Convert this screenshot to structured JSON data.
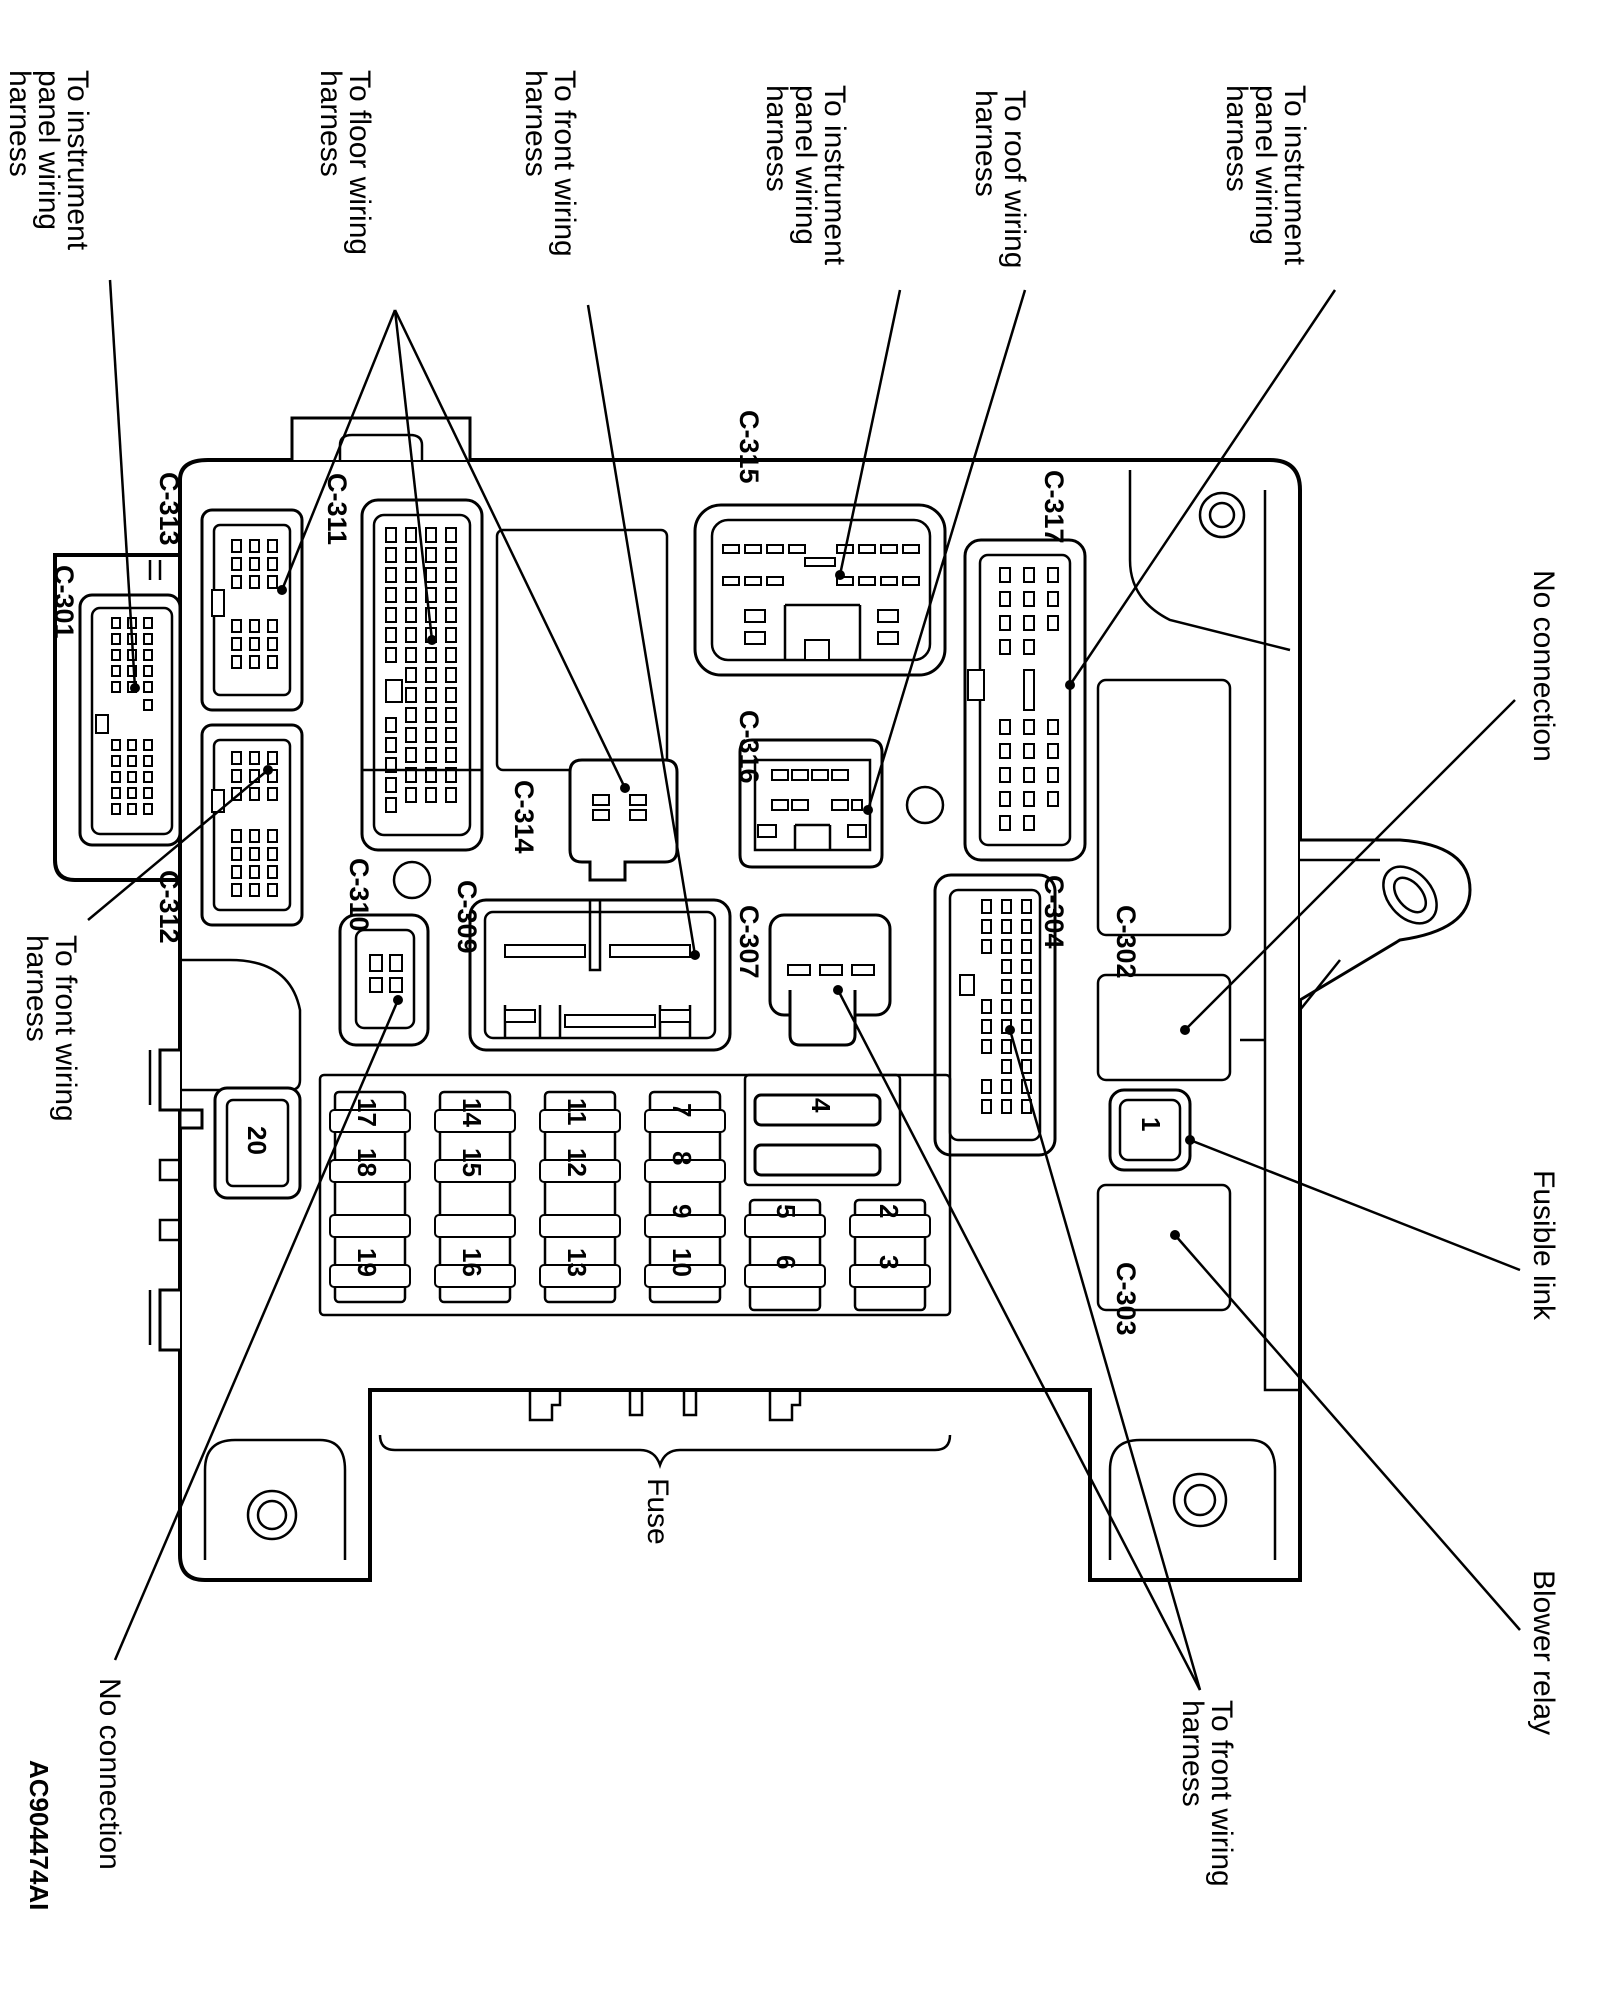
{
  "callouts": {
    "ip_top_left": "To instrument panel wiring harness",
    "floor": "To floor wiring harness",
    "front_top": "To front wiring harness",
    "ip_mid": "To instrument panel wiring harness",
    "roof": "To roof wiring harness",
    "ip_top_right": "To instrument panel wiring harness",
    "no_conn_right": "No connection",
    "fusible_link": "Fusible link",
    "blower_relay": "Blower relay",
    "front_bottom_right": "To front wiring harness",
    "no_conn_bottom": "No connection",
    "front_left": "To front wiring harness",
    "fuse": "Fuse"
  },
  "connectors": {
    "c301": "C-301",
    "c302": "C-302",
    "c303": "C-303",
    "c304": "C-304",
    "c307": "C-307",
    "c309": "C-309",
    "c310": "C-310",
    "c311": "C-311",
    "c312": "C-312",
    "c313": "C-313",
    "c314": "C-314",
    "c315": "C-315",
    "c316": "C-316",
    "c317": "C-317"
  },
  "fuses": {
    "f1": "1",
    "f2": "2",
    "f3": "3",
    "f4": "4",
    "f5": "5",
    "f6": "6",
    "f7": "7",
    "f8": "8",
    "f9": "9",
    "f10": "10",
    "f11": "11",
    "f12": "12",
    "f13": "13",
    "f14": "14",
    "f15": "15",
    "f16": "16",
    "f17": "17",
    "f18": "18",
    "f19": "19",
    "f20": "20"
  },
  "figure_code": "AC904474AI"
}
